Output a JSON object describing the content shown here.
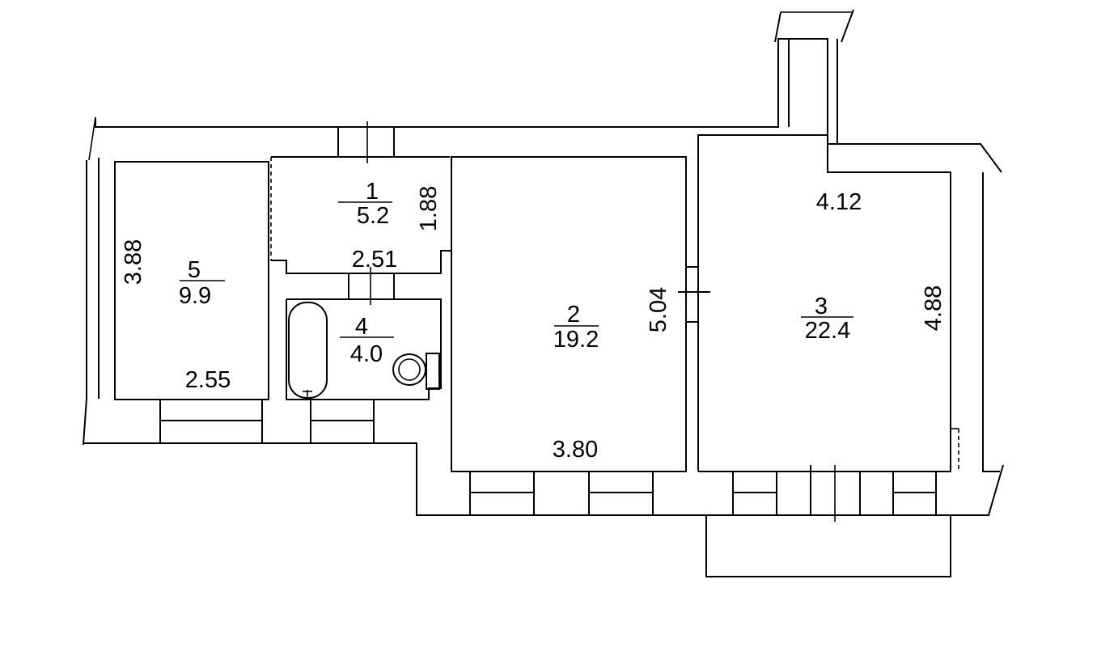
{
  "rooms": [
    {
      "number": "1",
      "area": "5.2"
    },
    {
      "number": "2",
      "area": "19.2"
    },
    {
      "number": "3",
      "area": "22.4"
    },
    {
      "number": "4",
      "area": "4.0"
    },
    {
      "number": "5",
      "area": "9.9"
    }
  ],
  "dimensions": {
    "room1_height": "1.88",
    "room1_width": "2.51",
    "room5_height": "3.88",
    "room5_width": "2.55",
    "room2_height": "5.04",
    "room2_width": "3.80",
    "room3_width": "4.12",
    "room3_height": "4.88"
  },
  "colors": {
    "line": "#000000",
    "background": "#ffffff"
  }
}
